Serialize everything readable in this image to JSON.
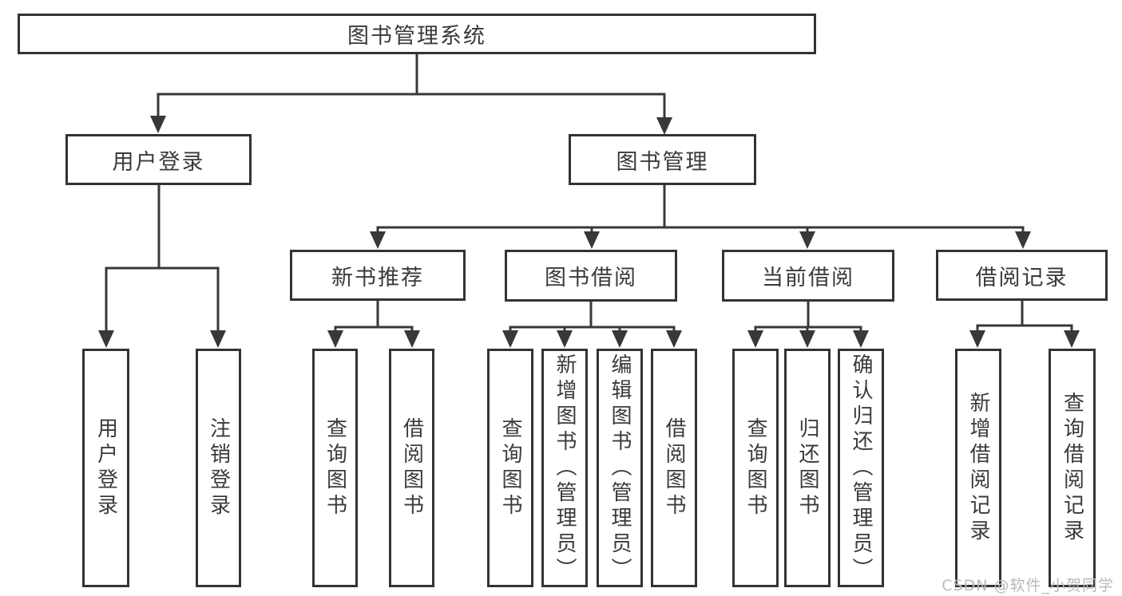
{
  "diagram": {
    "root": {
      "label": "图书管理系统"
    },
    "branches": [
      {
        "label": "用户登录",
        "children": [
          {
            "label": "用户登录"
          },
          {
            "label": "注销登录"
          }
        ]
      },
      {
        "label": "图书管理",
        "children": [
          {
            "label": "新书推荐",
            "children": [
              {
                "label": "查询图书"
              },
              {
                "label": "借阅图书"
              }
            ]
          },
          {
            "label": "图书借阅",
            "children": [
              {
                "label": "查询图书"
              },
              {
                "label": "新增图书（管理员）"
              },
              {
                "label": "编辑图书（管理员）"
              },
              {
                "label": "借阅图书"
              }
            ]
          },
          {
            "label": "当前借阅",
            "children": [
              {
                "label": "查询图书"
              },
              {
                "label": "归还图书"
              },
              {
                "label": "确认归还（管理员）"
              }
            ]
          },
          {
            "label": "借阅记录",
            "children": [
              {
                "label": "新增借阅记录"
              },
              {
                "label": "查询借阅记录"
              }
            ]
          }
        ]
      }
    ]
  },
  "watermark": {
    "text": "CSDN @软件_小贺同学",
    "color": "#b9b9b9"
  },
  "colors": {
    "line": "#383838",
    "border": "#333333",
    "text": "#3a3a3a",
    "background": "#ffffff"
  }
}
